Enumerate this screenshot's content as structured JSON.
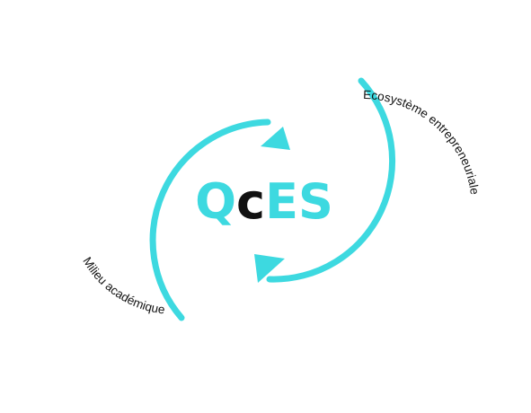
{
  "logo": {
    "parts": [
      "Q",
      "c",
      "ES"
    ],
    "colors": {
      "accent": "#3dd9e0",
      "dark": "#111111"
    }
  },
  "labels": {
    "left_loop": "Milieu académique",
    "right_loop": "Ecosystème entrepreneuriale"
  },
  "colors": {
    "arrow": "#3dd9e0",
    "background": "#ffffff"
  }
}
